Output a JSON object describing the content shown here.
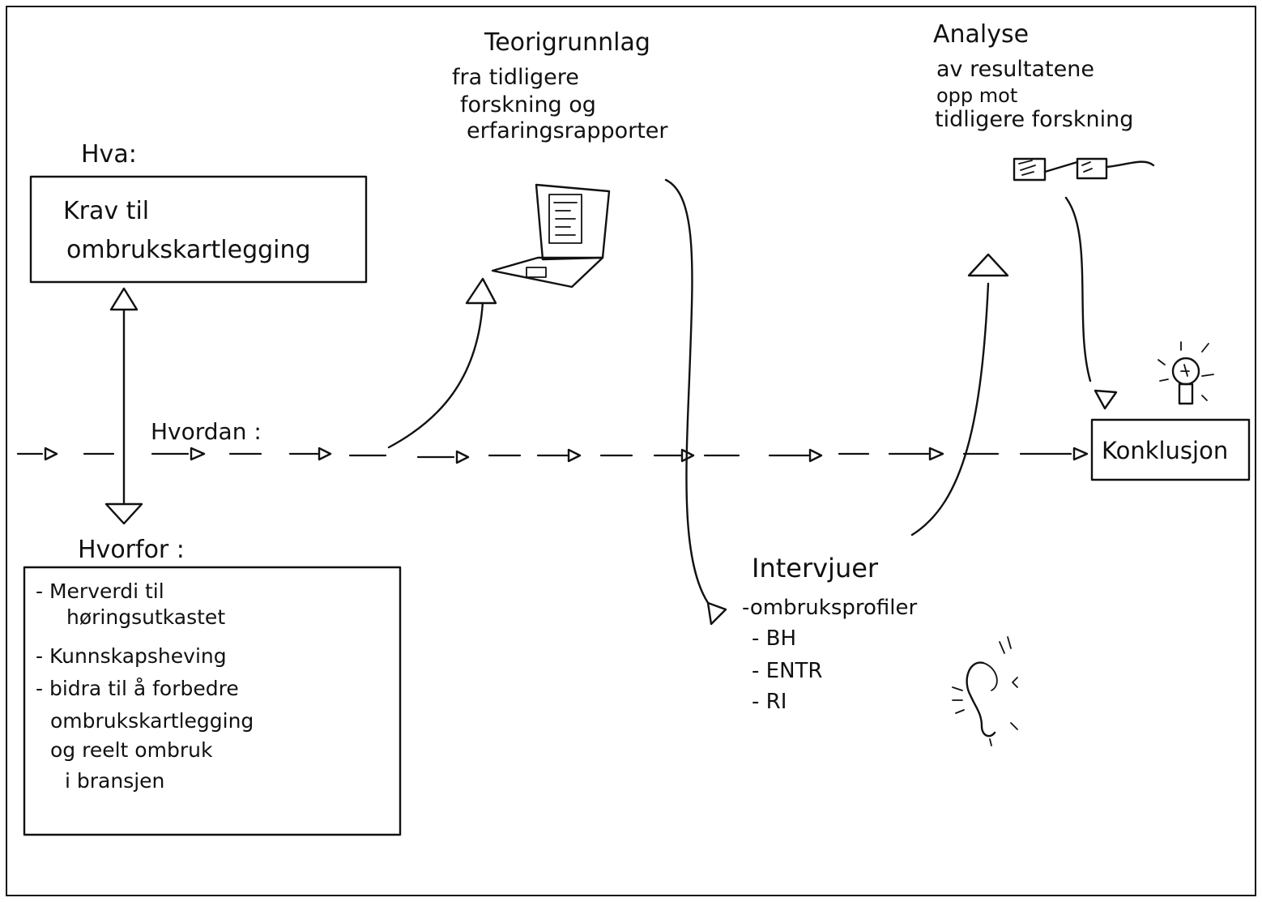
{
  "hva": {
    "heading": "Hva:",
    "box_line1": "Krav til",
    "box_line2": "ombrukskartlegging"
  },
  "hvordan": {
    "label": "Hvordan :"
  },
  "hvorfor": {
    "heading": "Hvorfor :",
    "items": [
      "- Merverdi til",
      "høringsutkastet",
      "- Kunnskapsheving",
      "- bidra til å forbedre",
      "ombrukskartlegging",
      "og reelt ombruk",
      "i bransjen"
    ]
  },
  "teori": {
    "title": "Teorigrunnlag",
    "lines": [
      "fra tidligere",
      "forskning og",
      "erfaringsrapporter"
    ],
    "icon": "laptop-icon"
  },
  "analyse": {
    "title": "Analyse",
    "lines": [
      "av resultatene",
      "opp mot",
      "tidligere forskning"
    ],
    "icon": "chart-boxes-icon"
  },
  "intervjuer": {
    "title": "Intervjuer",
    "items": [
      "-ombruksprofiler",
      "- BH",
      "- ENTR",
      "- RI"
    ],
    "icon": "ear-icon"
  },
  "konklusjon": {
    "label": "Konklusjon",
    "icon": "lightbulb-icon"
  }
}
